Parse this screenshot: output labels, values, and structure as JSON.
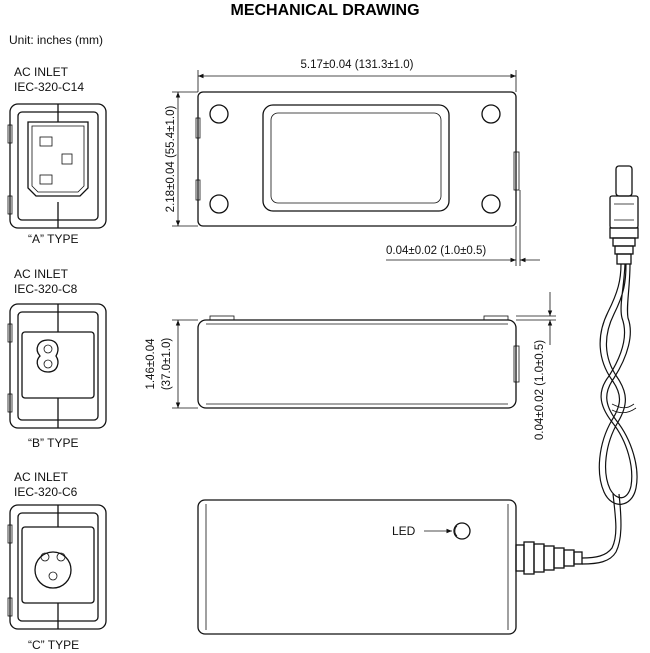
{
  "title": "MECHANICAL DRAWING",
  "unit": "Unit: inches (mm)",
  "inlets": [
    {
      "line1": "AC INLET",
      "line2": "IEC-320-C14",
      "type": "“A” TYPE"
    },
    {
      "line1": "AC INLET",
      "line2": "IEC-320-C8",
      "type": "“B” TYPE"
    },
    {
      "line1": "AC INLET",
      "line2": "IEC-320-C6",
      "type": "“C” TYPE"
    }
  ],
  "dimensions": {
    "length": "5.17±0.04 (131.3±1.0)",
    "width": "2.18±0.04 (55.4±1.0)",
    "side_offset": "0.04±0.02 (1.0±0.5)",
    "height_a": "1.46±0.04",
    "height_b": "(37.0±1.0)",
    "top_offset": "0.04±0.02 (1.0±0.5)"
  },
  "led_label": "LED"
}
